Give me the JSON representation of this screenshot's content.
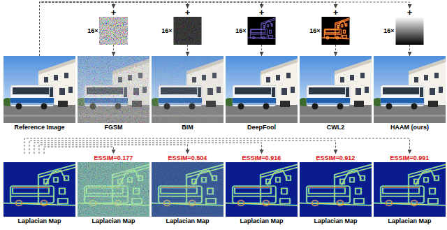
{
  "diagram": {
    "nodes": [
      {
        "text": [
          "Reference Image"
        ]
      },
      {
        "text": [
          "+",
          "16×"
        ]
      },
      {
        "text": [
          "+",
          "16×"
        ]
      },
      {
        "text": [
          "+",
          "16×"
        ]
      },
      {
        "text": [
          "+",
          "16×"
        ]
      },
      {
        "text": [
          "+",
          "16×"
        ]
      },
      {
        "text": [
          "FGSM"
        ]
      },
      {
        "text": [
          "BIM"
        ]
      },
      {
        "text": [
          "DeepFool"
        ]
      },
      {
        "text": [
          "CWL2"
        ]
      },
      {
        "text": [
          "HAAM (ours)"
        ]
      },
      {
        "text": [
          "Laplacian Map"
        ]
      },
      {
        "text": [
          "ESSIM=0.177",
          "Laplacian Map"
        ]
      },
      {
        "text": [
          "ESSIM=0.504",
          "Laplacian Map"
        ]
      },
      {
        "text": [
          "ESSIM=0.916",
          "Laplacian Map"
        ]
      },
      {
        "text": [
          "ESSIM=0.912",
          "Laplacian Map"
        ]
      },
      {
        "text": [
          "ESSIM=0.991",
          "Laplacian Map"
        ]
      }
    ],
    "edges": [
      {
        "from": 0,
        "to": 1,
        "arrow": "to"
      },
      {
        "from": 0,
        "to": 2,
        "arrow": "to"
      },
      {
        "from": 0,
        "to": 3,
        "arrow": "to"
      },
      {
        "from": 0,
        "to": 4,
        "arrow": "to"
      },
      {
        "from": 0,
        "to": 5,
        "arrow": "to"
      },
      {
        "from": 1,
        "to": 6,
        "arrow": "to"
      },
      {
        "from": 2,
        "to": 7,
        "arrow": "to"
      },
      {
        "from": 3,
        "to": 8,
        "arrow": "to"
      },
      {
        "from": 4,
        "to": 9,
        "arrow": "to"
      },
      {
        "from": 5,
        "to": 10,
        "arrow": "to"
      },
      {
        "from": 11,
        "to": 12,
        "arrow": "to"
      },
      {
        "from": 11,
        "to": 13,
        "arrow": "to"
      },
      {
        "from": 11,
        "to": 14,
        "arrow": "to"
      },
      {
        "from": 11,
        "to": 15,
        "arrow": "to"
      },
      {
        "from": 11,
        "to": 16,
        "arrow": "to"
      }
    ]
  }
}
